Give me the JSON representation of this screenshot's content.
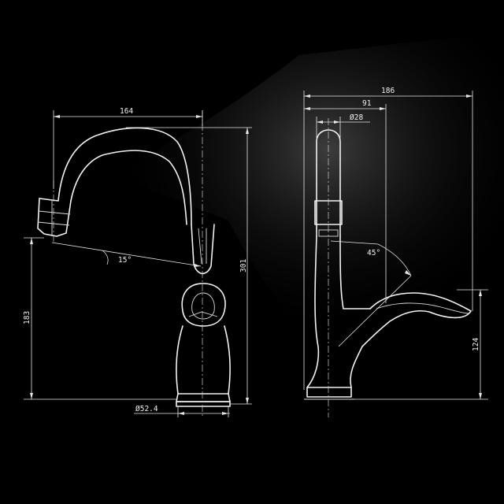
{
  "dimensions": {
    "front_width": "164",
    "front_height": "301",
    "front_spout_height": "183",
    "front_spout_angle": "15°",
    "front_base_diameter": "Ø52.4",
    "side_width": "186",
    "side_offset": "91",
    "side_spout_diameter": "Ø28",
    "side_handle_angle": "45°",
    "side_handle_height": "124"
  },
  "colors": {
    "background": "#000000",
    "line": "#f2f2f2",
    "glow": "#8a8a8a"
  }
}
